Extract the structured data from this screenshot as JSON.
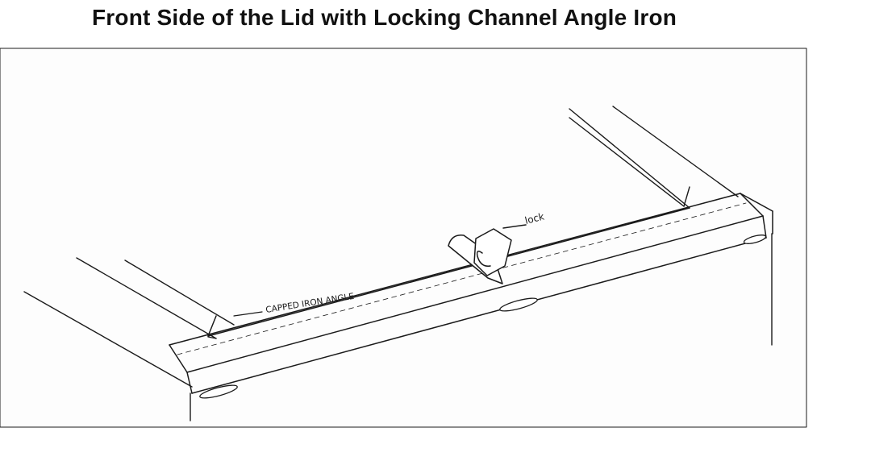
{
  "title": "Front Side of the Lid with Locking Channel Angle Iron",
  "diagram": {
    "labels": {
      "capped_iron_angle": "CAPPED IRON ANGLE",
      "lock": "lock"
    }
  }
}
